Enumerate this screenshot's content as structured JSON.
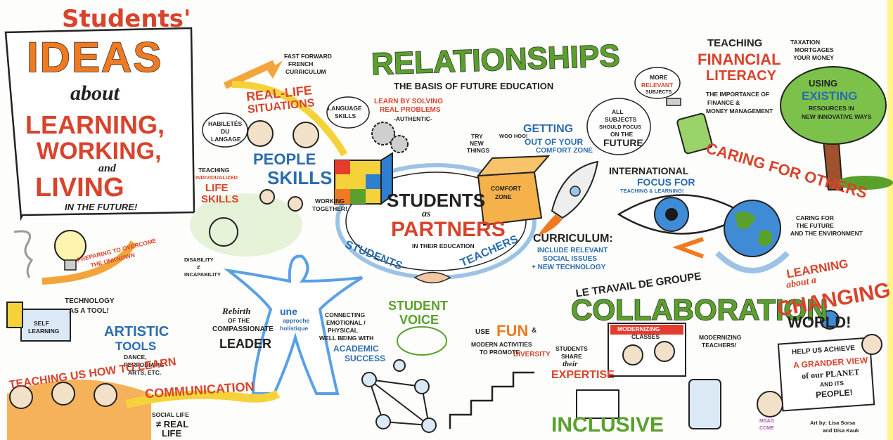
{
  "colors": {
    "red": "#d8432c",
    "orange": "#ef7a21",
    "blue": "#2b6cb0",
    "green": "#5aa02c",
    "dark": "#222222",
    "yellow_edge": "#fff38a"
  },
  "title": {
    "students": "Students'",
    "ideas": "IDEAS",
    "about": "about",
    "learning": "LEARNING,",
    "working": "WORKING,",
    "and": "and",
    "living": "LIVING",
    "future": "IN the FUTURE!"
  },
  "relationships": {
    "title": "RELATIONSHIPS",
    "sub": "THE BASIS of FUTURE EDUCATION"
  },
  "fast_forward": {
    "line1": "FAST FORWARD",
    "line2": "FRENCH",
    "line3": "CURRICULUM"
  },
  "real_life": {
    "line1": "REAL-LIFE",
    "line2": "SITUATIONS"
  },
  "language_skills": {
    "line1": "LANGUAGE",
    "line2": "SKILLS"
  },
  "habiletes": {
    "line1": "HABILETÉS",
    "line2": "DU",
    "line3": "LANGAGE"
  },
  "people_skills": {
    "line1": "PEOPLE",
    "line2": "SKILLS"
  },
  "teaching_life": {
    "line1": "TEACHING",
    "line2": "INDIVIDUALIZED",
    "line3": "LIFE",
    "line4": "SKILLS"
  },
  "working_together": {
    "line1": "WORKING",
    "line2": "TOGETHER!"
  },
  "disability": {
    "line1": "DISABILITY",
    "line2": "≠",
    "line3": "INCAPABILITY"
  },
  "learn_solving": {
    "line1": "LEARN by SOLVING",
    "line2": "REAL PROBLEMS",
    "line3": "-AUTHENTIC-"
  },
  "try_new": {
    "line1": "TRY",
    "line2": "NEW",
    "line3": "THINGS"
  },
  "woohoo": "WOO HOO!",
  "getting_out": {
    "line1": "GETTING",
    "line2": "OUT of YOUR",
    "line3": "COMFORT ZONE"
  },
  "comfort_zone": {
    "line1": "COMFORT",
    "line2": "ZONE"
  },
  "more_relevant": {
    "line1": "MORE",
    "line2": "RELEVANT",
    "line3": "SUBJECTS"
  },
  "all_subjects": {
    "line1": "ALL",
    "line2": "SUBJECTS",
    "line3": "SHOULD FOCUS",
    "line4": "ON THE",
    "line5": "FUTURE"
  },
  "teaching_financial": {
    "line1": "TEACHING",
    "line2": "FINANCIAL",
    "line3": "LITERACY"
  },
  "taxation": {
    "line1": "TAXATION",
    "line2": "MORTGAGES",
    "line3": "YOUR MONEY"
  },
  "importance": {
    "line1": "THE IMPORTANCE of",
    "line2": "FINANCE &",
    "line3": "MONEY MANAGEMENT"
  },
  "using_existing": {
    "line1": "USING",
    "line2": "EXISTING",
    "line3": "RESOURCES in",
    "line4": "NEW INNOVATIVE WAYS"
  },
  "international": {
    "line1": "INTERNATIONAL",
    "line2": "FOCUS for",
    "line3": "TEACHING & LEARNING!"
  },
  "caring": {
    "line1": "CARING for OTHERS"
  },
  "caring_future": {
    "line1": "CARING FOR",
    "line2": "the FUTURE",
    "line3": "AND THE ENVIRONMENT"
  },
  "students_partners": {
    "line1": "STUDENTS",
    "line2": "as",
    "line3": "PARTNERS",
    "line4": "IN THEIR EDUCATION"
  },
  "students_label": "STUDENTS",
  "teachers_label": "TEACHERS",
  "curriculum": {
    "line1": "CURRICULUM:",
    "line2": "INCLUDE RELEVANT",
    "line3": "SOCIAL ISSUES",
    "line4": "+ NEW TECHNOLOGY"
  },
  "preparing": {
    "line1": "PREPARING TO OVERCOME",
    "line2": "THE UNKNOWN"
  },
  "technology_tool": {
    "line1": "TECHNOLOGY",
    "line2": "AS A TOOL!"
  },
  "self_learning": {
    "line1": "SELF",
    "line2": "LEARNING"
  },
  "artistic": {
    "line1": "ARTISTIC",
    "line2": "TOOLS",
    "line3": "DANCE,",
    "line4": "PERFORMING",
    "line5": "ARTS, ETC."
  },
  "teaching_how": "TEACHING us HOW to LEARN",
  "communication": "COMMUNICATION",
  "social_life": {
    "line1": "SOCIAL LIFE",
    "line2": "≠ REAL",
    "line3": "LIFE"
  },
  "rebirth": {
    "line1": "Rebirth",
    "line2": "OF THE",
    "line3": "COMPASSIONATE",
    "line4": "LEADER"
  },
  "approche": {
    "line1": "une",
    "line2": "approche",
    "line3": "holistique"
  },
  "connecting": {
    "line1": "CONNECTING",
    "line2": "EMOTIONAL /",
    "line3": "PHYSICAL",
    "line4": "WELL BEING with",
    "line5": "ACADEMIC",
    "line6": "SUCCESS"
  },
  "student_voice": {
    "line1": "STUDENT",
    "line2": "VOICE"
  },
  "use_fun": {
    "line1": "USE",
    "line2": "FUN",
    "line3": "&",
    "line4": "MODERN ACTIVITIES",
    "line5": "TO PROMOTE",
    "line6": "DIVERSITY"
  },
  "travail": "LE TRAVAIL DE GROUPE",
  "collaboration": "COLLABORATION",
  "modernizing_classes": {
    "line1": "MODERNIZING",
    "line2": "CLASSES"
  },
  "modernizing_teachers": {
    "line1": "MODERNIZING",
    "line2": "TEACHERS!"
  },
  "students_share": {
    "line1": "STUDENTS",
    "line2": "SHARE",
    "line3": "their",
    "line4": "EXPERTISE"
  },
  "inclusive": "INCLUSIVE",
  "learning_changing": {
    "line1": "LEARNING",
    "line2": "about a",
    "line3": "CHANGING",
    "line4": "WORLD!"
  },
  "help_us": {
    "line1": "HELP US ACHIEVE",
    "line2": "a GRANDER VIEW",
    "line3": "of our PLANET",
    "line4": "AND ITS",
    "line5": "PEOPLE!"
  },
  "credit": {
    "line1": "Art by: Lisa Sorsa",
    "line2": "and Disa Kauk"
  },
  "badge": {
    "line1": "MSAG",
    "line2": "CCME"
  }
}
